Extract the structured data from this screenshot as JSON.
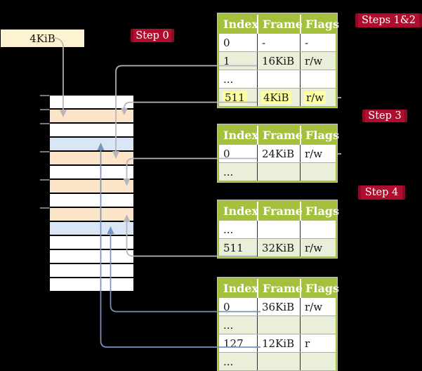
{
  "palette": {
    "background": "#000000",
    "label_cream": "#fdf2d1",
    "badge_red": "#b10e2f",
    "badge_red_dark": "#8c0a23",
    "table_olive": "#a4c13d",
    "row_green": "#e9efd8",
    "row_white": "#ffffff",
    "mem_peach": "#fce4c8",
    "mem_blue": "#d9e6f5",
    "mem_white": "#ffffff",
    "highlight_yellow": "#feff9e",
    "connector_gray": "#b5b5bc",
    "connector_blue": "#7593c5",
    "tick_gray": "#97979c"
  },
  "frame_label": {
    "text": "4KiB"
  },
  "badges": {
    "step0": "Step 0",
    "steps12": "Steps 1&2",
    "step3": "Step 3",
    "step4": "Step 4"
  },
  "memory": {
    "rows": [
      "white",
      "peach",
      "white",
      "blue",
      "peach",
      "white",
      "peach",
      "white",
      "peach",
      "blue",
      "white",
      "white",
      "white",
      "white"
    ]
  },
  "tables": [
    {
      "name": "page-table-steps-1-2",
      "columns": [
        "Index",
        "Frame",
        "Flags"
      ],
      "rows": [
        {
          "cells": [
            "0",
            "-",
            "-"
          ],
          "shaded": false,
          "highlight": false
        },
        {
          "cells": [
            "1",
            "16KiB",
            "r/w"
          ],
          "shaded": true,
          "highlight": false
        },
        {
          "cells": [
            "...",
            "",
            ""
          ],
          "shaded": false,
          "highlight": false
        },
        {
          "cells": [
            "511",
            "4KiB",
            "r/w"
          ],
          "shaded": true,
          "highlight": true
        }
      ]
    },
    {
      "name": "page-table-step-3",
      "columns": [
        "Index",
        "Frame",
        "Flags"
      ],
      "rows": [
        {
          "cells": [
            "0",
            "24KiB",
            "r/w"
          ],
          "shaded": false,
          "highlight": false
        },
        {
          "cells": [
            "...",
            "",
            ""
          ],
          "shaded": true,
          "highlight": false
        }
      ]
    },
    {
      "name": "page-table-step-4",
      "columns": [
        "Index",
        "Frame",
        "Flags"
      ],
      "rows": [
        {
          "cells": [
            "...",
            "",
            ""
          ],
          "shaded": false,
          "highlight": false
        },
        {
          "cells": [
            "511",
            "32KiB",
            "r/w"
          ],
          "shaded": true,
          "highlight": false
        }
      ]
    },
    {
      "name": "page-table-final",
      "columns": [
        "Index",
        "Frame",
        "Flags"
      ],
      "rows": [
        {
          "cells": [
            "0",
            "36KiB",
            "r/w"
          ],
          "shaded": false,
          "highlight": false
        },
        {
          "cells": [
            "...",
            "",
            ""
          ],
          "shaded": true,
          "highlight": false
        },
        {
          "cells": [
            "127",
            "12KiB",
            "r"
          ],
          "shaded": false,
          "highlight": false
        },
        {
          "cells": [
            "...",
            "",
            ""
          ],
          "shaded": true,
          "highlight": false
        }
      ]
    }
  ]
}
